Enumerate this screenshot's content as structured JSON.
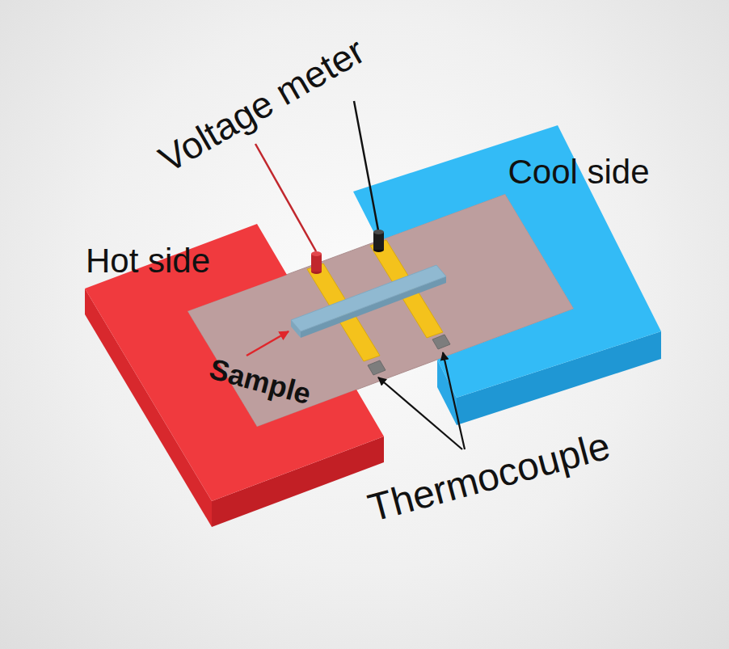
{
  "diagram": {
    "nodes": [
      {
        "text": [
          "Hot side"
        ]
      },
      {
        "text": [
          "Cool side"
        ]
      }
    ],
    "labels": [
      "Voltage meter",
      "Sample",
      "Thermocouple"
    ]
  }
}
